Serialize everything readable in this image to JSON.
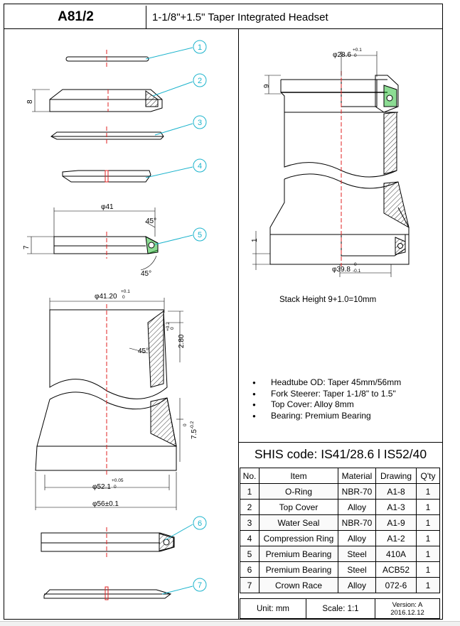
{
  "title_block": {
    "model": "A81/2",
    "description": "1-1/8\"+1.5\" Taper Integrated Headset"
  },
  "callouts": [
    "1",
    "2",
    "3",
    "4",
    "5",
    "6",
    "7"
  ],
  "dimensions": {
    "top_cover_height": "8",
    "bearing_diameter": "φ41",
    "bearing_angle": "45°",
    "bearing_height": "7",
    "upper_cup_diameter": "φ41.20",
    "upper_cup_tol_plus": "+0.1",
    "upper_cup_tol_zero": "0",
    "upper_depth": "2.80",
    "upper_depth_tol_plus": "+0.2",
    "upper_depth_tol_zero": "0",
    "lower_depth": "7.5",
    "lower_depth_tol_zero": "0",
    "lower_depth_tol_minus": "-0.2",
    "lower_cup_diameter": "φ52.1",
    "lower_cup_tol_plus": "+0.05",
    "lower_cup_tol_zero": "0",
    "headtube_od": "φ56±0.1",
    "assembly_top_diameter": "φ28.6",
    "assembly_top_tol_plus": "+0.1",
    "assembly_top_tol_zero": "0",
    "stack_top": "9",
    "stack_bottom": "1",
    "assembly_bottom_diameter": "φ39.8",
    "assembly_bottom_tol_zero": "0",
    "assembly_bottom_tol_minus": "-0.1"
  },
  "stack_height": "Stack Height 9+1.0=10mm",
  "specs": [
    "Headtube OD: Taper 45mm/56mm",
    "Fork Steerer: Taper 1-1/8\" to 1.5\"",
    "Top Cover: Alloy 8mm",
    "Bearing: Premium Bearing"
  ],
  "shis_code": "SHIS code: IS41/28.6 l IS52/40",
  "table": {
    "headers": [
      "No.",
      "Item",
      "Material",
      "Drawing",
      "Q'ty"
    ],
    "rows": [
      [
        "1",
        "O-Ring",
        "NBR-70",
        "A1-8",
        "1"
      ],
      [
        "2",
        "Top Cover",
        "Alloy",
        "A1-3",
        "1"
      ],
      [
        "3",
        "Water Seal",
        "NBR-70",
        "A1-9",
        "1"
      ],
      [
        "4",
        "Compression Ring",
        "Alloy",
        "A1-2",
        "1"
      ],
      [
        "5",
        "Premium Bearing",
        "Steel",
        "410A",
        "1"
      ],
      [
        "6",
        "Premium Bearing",
        "Steel",
        "ACB52",
        "1"
      ],
      [
        "7",
        "Crown Race",
        "Alloy",
        "072-6",
        "1"
      ]
    ]
  },
  "footer": {
    "unit": "Unit: mm",
    "scale": "Scale: 1:1",
    "version": "Version: A",
    "date": "2016.12.12"
  },
  "colors": {
    "callout": "#1bb3cc",
    "centerline": "#e02020",
    "bearing_green": "#2dbf3b"
  }
}
